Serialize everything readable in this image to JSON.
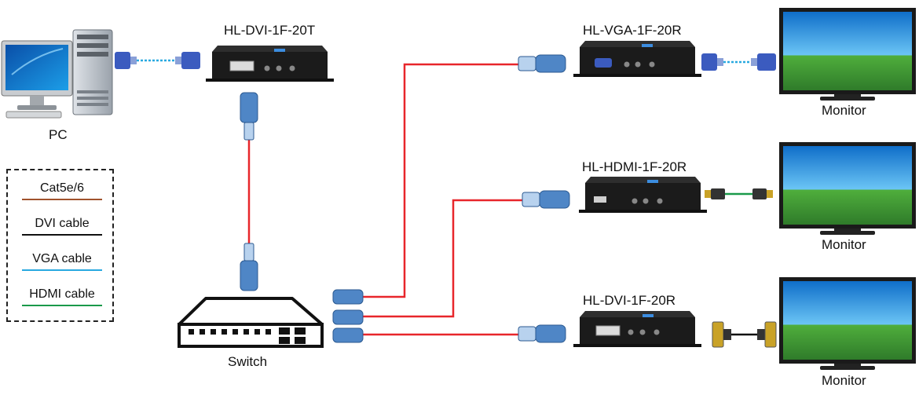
{
  "devices": {
    "pc": "PC",
    "transmitter": "HL-DVI-1F-20T",
    "switch": "Switch",
    "receiver_vga": "HL-VGA-1F-20R",
    "receiver_hdmi": "HL-HDMI-1F-20R",
    "receiver_dvi": "HL-DVI-1F-20R",
    "monitor_1": "Monitor",
    "monitor_2": "Monitor",
    "monitor_3": "Monitor"
  },
  "legend": {
    "items": [
      {
        "label": "Cat5e/6",
        "color": "#a0522d"
      },
      {
        "label": "DVI cable",
        "color": "#111111"
      },
      {
        "label": "VGA cable",
        "color": "#29a9e0"
      },
      {
        "label": "HDMI cable",
        "color": "#1a9a4a"
      }
    ]
  },
  "colors": {
    "fiber": "#e8262b",
    "vga": "#29a9e0",
    "hdmi": "#1a9a4a",
    "dvi": "#111111",
    "box": "#1b1b1b",
    "connector": "#4f86c6"
  }
}
